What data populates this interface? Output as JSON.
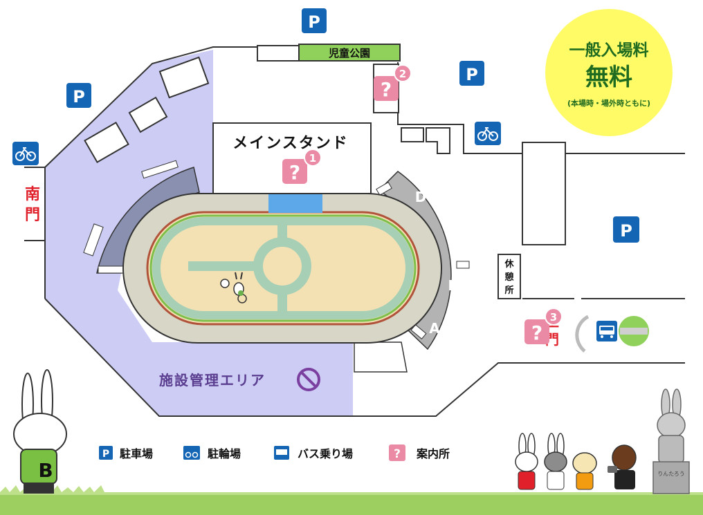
{
  "map": {
    "kids_park_label": "児童公園",
    "main_stand_label": "メインスタンド",
    "south_gate_label": [
      "南",
      "門"
    ],
    "rest_area_label": [
      "休",
      "憩",
      "所"
    ],
    "facility_area_label": "施設管理エリア",
    "parking_glyph": "P",
    "info_glyph": "?",
    "info_numbers": [
      "1",
      "2",
      "3"
    ],
    "stands": [
      "D",
      "C",
      "B",
      "A"
    ],
    "partial_gate_label": [
      "正",
      "門"
    ]
  },
  "admission": {
    "line1": "一般入場料",
    "line2": "無料",
    "line3": "(本場時・場外時ともに)"
  },
  "legend": [
    {
      "icon": "parking-icon",
      "label": "駐車場"
    },
    {
      "icon": "bicycle-icon",
      "label": "駐輪場"
    },
    {
      "icon": "bus-icon",
      "label": "バス乗り場"
    },
    {
      "icon": "info-icon",
      "label": "案内所"
    }
  ],
  "mascot": {
    "shirt_letter": "B",
    "statue_plate": "りんたろう"
  },
  "colors": {
    "parking_blue": "#1565b5",
    "info_pink": "#ea8aa5",
    "facility_lavender": "#ccccf5",
    "kids_park_green": "#8fd15b",
    "badge_yellow": "#fffb66",
    "badge_text_green": "#1f6b1f",
    "stand_gray": "#b3b3b3",
    "track_tan": "#f3e1b4",
    "infield_teal": "#a7cfb5",
    "grass_green": "#9ccf5f",
    "south_gate_red": "#e0202a",
    "no_entry_purple": "#7b3fa0"
  }
}
